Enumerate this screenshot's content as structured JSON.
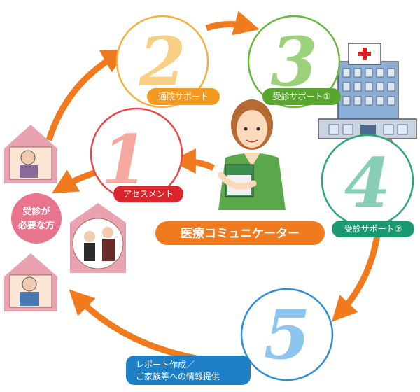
{
  "steps": [
    {
      "number": "1",
      "label": "アセスメント",
      "color": "#e8484a",
      "pale": "#f4a8a0",
      "badge": "#d9252b"
    },
    {
      "number": "2",
      "label": "通院サポート",
      "color": "#f5b041",
      "pale": "#f8cf83",
      "badge": "#f29a1f"
    },
    {
      "number": "3",
      "label": "受診サポート①",
      "color": "#69b83e",
      "pale": "#9bd27a",
      "badge": "#58a62e"
    },
    {
      "number": "4",
      "label": "受診サポート②",
      "color": "#2aa57c",
      "pale": "#88ceb5",
      "badge": "#1c9870"
    },
    {
      "number": "5",
      "label_line1": "レポート作成／",
      "label_line2": "ご家族等への情報提供",
      "color": "#2f8fd4",
      "pale": "#8dc5ee",
      "badge": "#1d7fc6"
    }
  ],
  "center_title": "医療コミュニケーター",
  "patient": {
    "line1": "受診が",
    "line2": "必要な方"
  },
  "colors": {
    "arrow": "#f07a1e",
    "pink": "#e8758d",
    "house": "#e9a3b0"
  }
}
